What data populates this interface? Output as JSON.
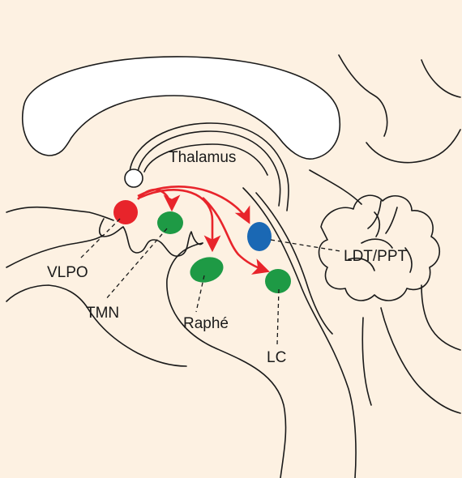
{
  "diagram": {
    "colors": {
      "background": "#fdf1e2",
      "sleep_promoting": "#e8242b",
      "monoaminergic": "#1e9a45",
      "cholinergic": "#1a68b4",
      "projection": "#e8242b",
      "outline": "#1a1a1a"
    },
    "labels": {
      "thalamus": "Thalamus",
      "vlpo": "VLPO",
      "tmn": "TMN",
      "raphe": "Raphé",
      "lc": "LC",
      "ldt_ppt": "LDT/PPT"
    }
  }
}
